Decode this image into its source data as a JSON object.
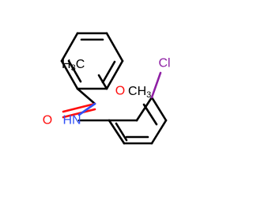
{
  "colors": {
    "bond": "#000000",
    "oxygen": "#ff0d0d",
    "nitrogen": "#3050f8",
    "chlorine": "#8e1fa4",
    "carbon": "#000000"
  },
  "atoms": {
    "carbonyl_o": {
      "text": "O"
    },
    "amide_nh": {
      "text": "HN"
    },
    "methyl_c1": {
      "symbol": "H",
      "sub": "3",
      "tail": "C"
    },
    "ether_o": {
      "text": "O"
    },
    "methyl_c2": {
      "symbol": "C",
      "tail": "H",
      "sub": "3"
    },
    "chlorine": {
      "text": "Cl"
    }
  }
}
